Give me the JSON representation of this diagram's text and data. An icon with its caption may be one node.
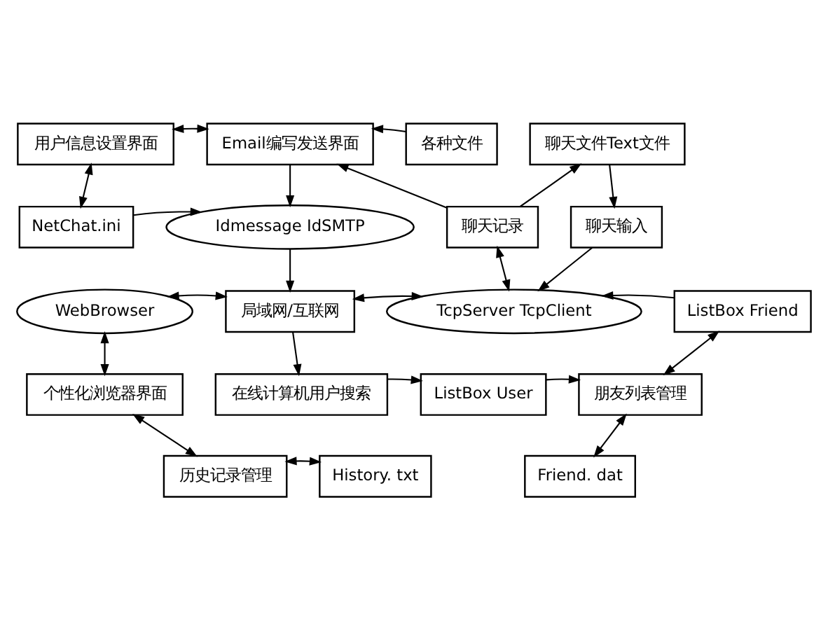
{
  "diagram": {
    "nodes": [
      {
        "text": [
          "用户信息设置界面"
        ]
      },
      {
        "text": [
          "Email编写发送界面"
        ]
      },
      {
        "text": [
          "各种文件"
        ]
      },
      {
        "text": [
          "聊天文件Text文件"
        ]
      },
      {
        "text": [
          "NetChat.ini"
        ]
      },
      {
        "text": [
          "Idmessage IdSMTP"
        ]
      },
      {
        "text": [
          "聊天记录"
        ]
      },
      {
        "text": [
          "聊天输入"
        ]
      },
      {
        "text": [
          "WebBrowser"
        ]
      },
      {
        "text": [
          "局域网/互联网"
        ]
      },
      {
        "text": [
          "TcpServer TcpClient"
        ]
      },
      {
        "text": [
          "ListBox Friend"
        ]
      },
      {
        "text": [
          "个性化浏览器界面"
        ]
      },
      {
        "text": [
          "在线计算机用户搜索"
        ]
      },
      {
        "text": [
          "ListBox User"
        ]
      },
      {
        "text": [
          "朋友列表管理"
        ]
      },
      {
        "text": [
          "历史记录管理"
        ]
      },
      {
        "text": [
          "History. txt"
        ]
      },
      {
        "text": [
          "Friend. dat"
        ]
      }
    ],
    "edges": [
      {
        "from": 0,
        "to": 1,
        "arrow": "both"
      },
      {
        "from": 2,
        "to": 1,
        "arrow": "to"
      },
      {
        "from": 0,
        "to": 4,
        "arrow": "both"
      },
      {
        "from": 1,
        "to": 5,
        "arrow": "to"
      },
      {
        "from": 6,
        "to": 1,
        "arrow": "to"
      },
      {
        "from": 6,
        "to": 3,
        "arrow": "to"
      },
      {
        "from": 3,
        "to": 7,
        "arrow": "to"
      },
      {
        "from": 4,
        "to": 5,
        "arrow": "to"
      },
      {
        "from": 5,
        "to": 9,
        "arrow": "to"
      },
      {
        "from": 6,
        "to": 10,
        "arrow": "both"
      },
      {
        "from": 7,
        "to": 10,
        "arrow": "to"
      },
      {
        "from": 8,
        "to": 9,
        "arrow": "both"
      },
      {
        "from": 9,
        "to": 10,
        "arrow": "both"
      },
      {
        "from": 11,
        "to": 10,
        "arrow": "to"
      },
      {
        "from": 8,
        "to": 12,
        "arrow": "both"
      },
      {
        "from": 9,
        "to": 13,
        "arrow": "to"
      },
      {
        "from": 11,
        "to": 15,
        "arrow": "both"
      },
      {
        "from": 13,
        "to": 14,
        "arrow": "to"
      },
      {
        "from": 14,
        "to": 15,
        "arrow": "to"
      },
      {
        "from": 12,
        "to": 16,
        "arrow": "both"
      },
      {
        "from": 15,
        "to": 18,
        "arrow": "both"
      },
      {
        "from": 16,
        "to": 17,
        "arrow": "both"
      }
    ]
  }
}
